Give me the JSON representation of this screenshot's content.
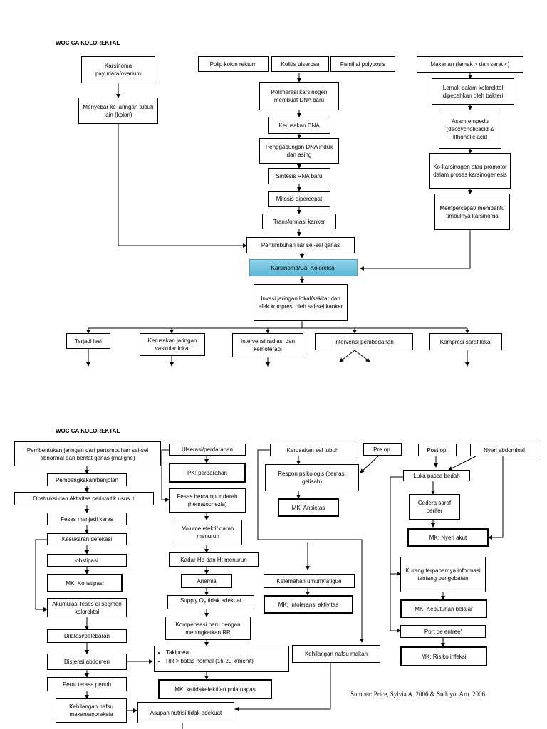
{
  "diagram1": {
    "title": "WOC CA KOLOREKTAL",
    "boxes": {
      "b1": "Karsinoma payudara/ovarium",
      "b2": "Menyebar ke jaringan tubuh lain (kolon)",
      "b3": "Polip kolon rektum",
      "b4": "Kolitis ulserosa",
      "b5": "Familial polyposis",
      "b6": "Polimerasi karsinogen membuat DNA baru",
      "b7": "Kerusakan DNA",
      "b8": "Penggabungan DNA induk dan asing",
      "b9": "Sintesis RNA baru",
      "b10": "Mitosis dipercepat",
      "b11": "Transformasi kanker",
      "b12": "Pertumbuhan liar sel-sel ganas",
      "b13": "Karsinoma/Ca. Kolorektal",
      "b14": "Invasi jaringan lokal/sekitar dan efek kompresi oleh sel-sel kanker",
      "b15": "Makanan (lemak > dan serat <)",
      "b16": "Lemak dalam kolorektal dipecahkan oleh bakteri",
      "b17": "Asam empedu (deoxycholicacid & lithoholic acid",
      "b18": "Ko-karsinogen atau promotor dalam proses karsinogenesis",
      "b19": "Mempercepat/ membantu timbulnya karsinoma",
      "b20": "Terjadi lesi",
      "b21": "Kerusakan jaringan vaskular lokal",
      "b22": "Intervensi radiasi dan kemoterapi",
      "b23": "Intervensi pembedahan",
      "b24": "Kompresi saraf lokal"
    }
  },
  "diagram2": {
    "title": "WOC CA KOLOREKTAL",
    "boxes": {
      "c1": "Pembentukan jaringan dari pertumbuhan sel-sel abnormal dan berifat ganas (maligne)",
      "c2": "Pembengkakan/benjolan",
      "c3": "Obstruksi dan Aktivitas peristaltik usus",
      "c4": "Feses menjadi keras",
      "c5": "Kesukaran defekasi",
      "c6": "obstipasi",
      "c7": "MK: Konstipasi",
      "c8": "Akumulasi feses di segmen kolorektal",
      "c9": "Dilatasi/pelebaran",
      "c10": "Distensi abdomen",
      "c11": "Perut terasa penuh",
      "c12": "Kehilangan nafsu makan/anoreksia",
      "d1": "Ulserasi/perdarahan",
      "d2": "PK: perdarahan",
      "d3": "Feses bercampur darah (hematochezia)",
      "d4": "Volume efektif darah menurun",
      "d5": "Kadar Hb dan Ht menurun",
      "d6": "Anemia",
      "d7a": "Supply O",
      "d7sub": "2",
      "d7b": " tidak adekuat",
      "d8": "Kompensasi paru dengan meningkatkan RR",
      "d9": "MK: ketidakefektifan pola napas",
      "d10": "Asupan nutrisi tidak adekuat",
      "e1": "Kerusakan sel tubuh",
      "e2": "Pre op.",
      "e3": "Respon psikologis (cemas, gelisah)",
      "e4": "MK: Ansietas",
      "e5": "Kelemahan umum/fatigue",
      "e6": "MK: Intoleransi aktivitas",
      "e7": "Kehilangan nafsu makan",
      "f1": "Post op.",
      "f2": "Nyeri abdominal",
      "f3": "Luka pasca bedah",
      "f4": "Cedera saraf perifer",
      "f5": "MK: Nyeri akut",
      "f6": "Kurang terpaparnya informasi tentang pengobatan",
      "f7": "MK: Kebutuhan belajar",
      "f8": "Port de entree'",
      "f9": "MK: Risiko infeksi"
    },
    "symptoms": [
      "Takipnea",
      "RR > batas normal (16-20 x/menit)"
    ],
    "source": "Sumber: Price, Sylvia A. 2006 & Sudoyo, Aru. 2006"
  }
}
